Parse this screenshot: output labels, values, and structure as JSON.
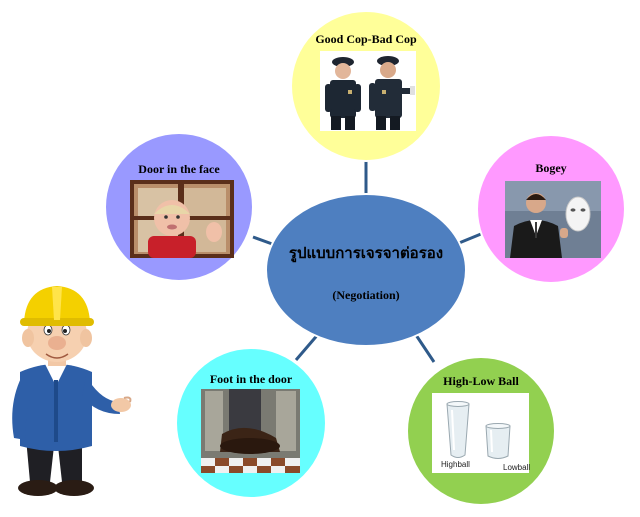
{
  "center": {
    "title": "รูปแบบการเจรจาต่อรอง",
    "subtitle": "(Negotiation)",
    "color": "#4e7fc0"
  },
  "nodes": {
    "good_cop": {
      "title": "Good Cop-Bad Cop",
      "color": "#ffff99"
    },
    "door_face": {
      "title": "Door in the face",
      "color": "#9999ff"
    },
    "bogey": {
      "title": "Bogey",
      "color": "#ff99ff"
    },
    "foot_door": {
      "title": "Foot in the door",
      "color": "#66ffff"
    },
    "high_low": {
      "title": "High-Low Ball",
      "color": "#92d050",
      "highball_label": "Highball",
      "lowball_label": "Lowball"
    }
  },
  "connector_color": "#2f5a8a",
  "icons": {
    "police": "police-officers-photo",
    "baby": "baby-at-door-photo",
    "mask": "man-with-mask-photo",
    "shoe": "foot-in-door-photo",
    "glasses": "glasses-photo",
    "worker": "construction-worker-mascot"
  }
}
